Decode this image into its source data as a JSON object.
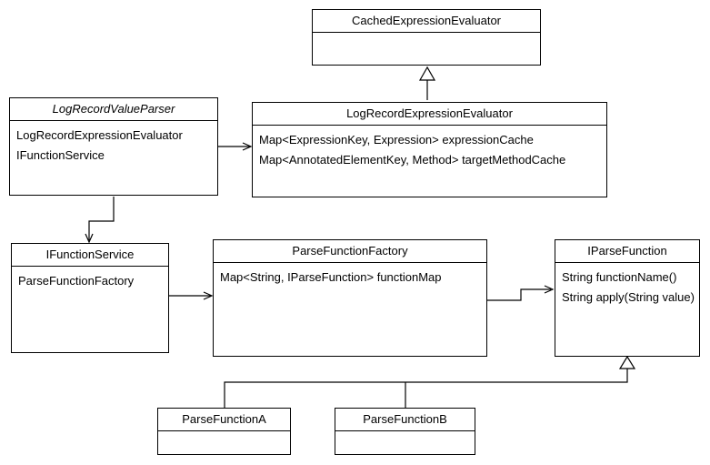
{
  "diagram": {
    "type": "uml-class-diagram",
    "classes": [
      {
        "title": "CachedExpressionEvaluator",
        "abstract": false,
        "members": []
      },
      {
        "title": "LogRecordValueParser",
        "abstract": true,
        "members": [
          "LogRecordExpressionEvaluator",
          "IFunctionService"
        ]
      },
      {
        "title": "LogRecordExpressionEvaluator",
        "abstract": false,
        "members": [
          "Map<ExpressionKey, Expression> expressionCache",
          "Map<AnnotatedElementKey, Method> targetMethodCache"
        ]
      },
      {
        "title": "IFunctionService",
        "abstract": false,
        "members": [
          "ParseFunctionFactory"
        ]
      },
      {
        "title": "ParseFunctionFactory",
        "abstract": false,
        "members": [
          "Map<String, IParseFunction> functionMap"
        ]
      },
      {
        "title": "IParseFunction",
        "abstract": false,
        "members": [
          "String functionName()",
          "String apply(String value)"
        ]
      },
      {
        "title": "ParseFunctionA",
        "abstract": false,
        "members": []
      },
      {
        "title": "ParseFunctionB",
        "abstract": false,
        "members": []
      }
    ],
    "relations": [
      {
        "from": "LogRecordExpressionEvaluator",
        "to": "CachedExpressionEvaluator",
        "type": "generalization"
      },
      {
        "from": "LogRecordValueParser",
        "to": "LogRecordExpressionEvaluator",
        "type": "directed-association"
      },
      {
        "from": "LogRecordValueParser",
        "to": "IFunctionService",
        "type": "directed-association"
      },
      {
        "from": "IFunctionService",
        "to": "ParseFunctionFactory",
        "type": "directed-association"
      },
      {
        "from": "ParseFunctionFactory",
        "to": "IParseFunction",
        "type": "directed-association"
      },
      {
        "from": "ParseFunctionA",
        "to": "IParseFunction",
        "type": "generalization"
      },
      {
        "from": "ParseFunctionB",
        "to": "IParseFunction",
        "type": "generalization"
      }
    ],
    "colors": {
      "line": "#000000",
      "fill": "#ffffff",
      "text": "#000000"
    }
  }
}
